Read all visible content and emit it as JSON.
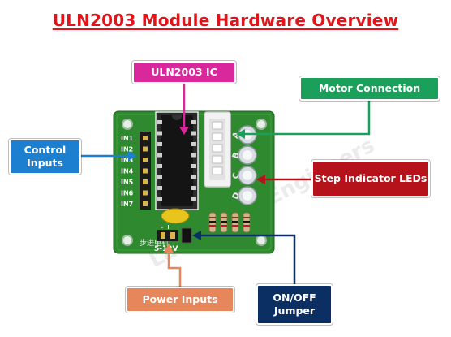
{
  "title": "ULN2003 Module Hardware Overview",
  "callouts": {
    "ic": {
      "label": "ULN2003 IC",
      "color": "#d9289c"
    },
    "motor": {
      "label": "Motor Connection",
      "color": "#1aa05a"
    },
    "control": {
      "label": "Control Inputs",
      "color": "#1c7fcf"
    },
    "step": {
      "label": "Step Indicator LEDs",
      "color": "#b5121b"
    },
    "power": {
      "label": "Power Inputs",
      "color": "#e8865b"
    },
    "jumper": {
      "label": "ON/OFF Jumper",
      "color": "#0c2f63"
    }
  },
  "board": {
    "pcb_color": "#2f8a2f",
    "input_labels": [
      "IN1",
      "IN2",
      "IN3",
      "IN4",
      "IN5",
      "IN6",
      "IN7"
    ],
    "led_labels": [
      "A",
      "B",
      "C",
      "D"
    ],
    "power_label": "5-12V",
    "power_signs": "-  +",
    "silk_text": "步进电机",
    "watermark": "LastMinuteEngineers"
  }
}
